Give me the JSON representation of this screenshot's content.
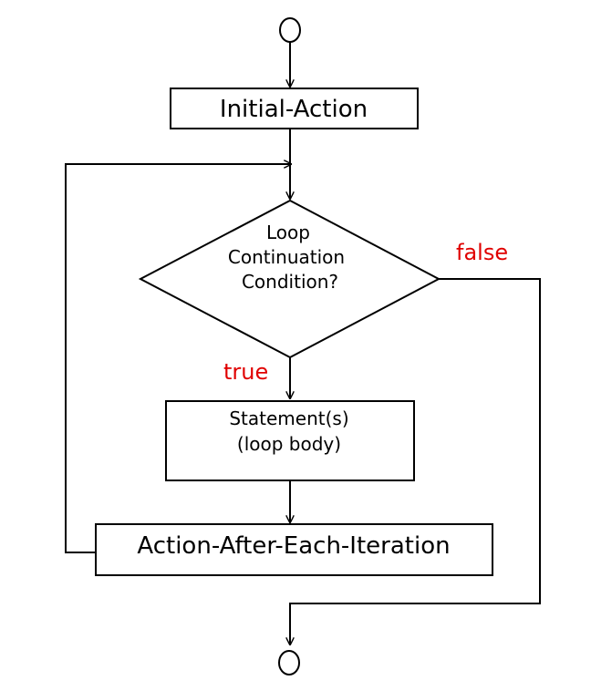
{
  "diagram": {
    "nodes": {
      "initial_action": "Initial-Action",
      "condition": [
        "Loop",
        "Continuation",
        "Condition?"
      ],
      "statement": [
        "Statement(s)",
        "(loop body)"
      ],
      "action_after": "Action-After-Each-Iteration"
    },
    "edge_labels": {
      "true_label": "true",
      "false_label": "false"
    },
    "colors": {
      "stroke": "#000000",
      "branch_label": "#e00000"
    }
  }
}
